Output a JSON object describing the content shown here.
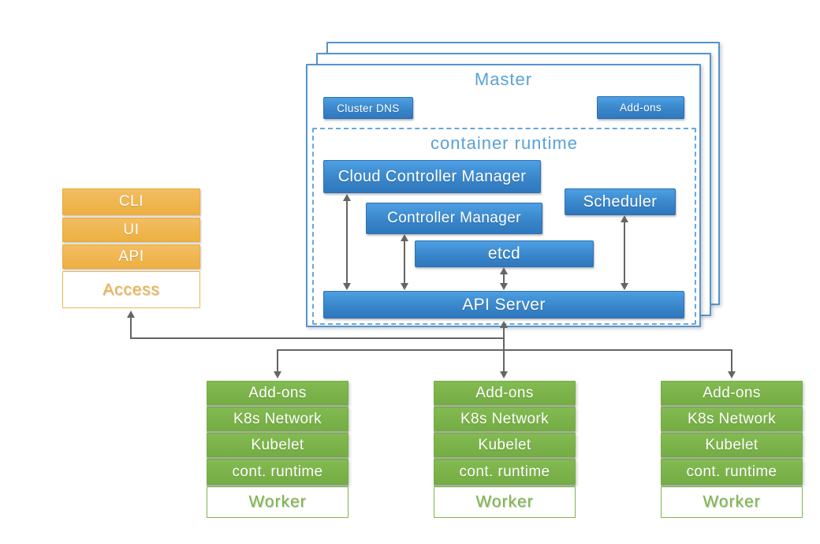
{
  "master": {
    "title": "Master",
    "cluster_dns_label": "Cluster DNS",
    "addons_label": "Add-ons",
    "container_runtime": {
      "title": "container runtime",
      "components": {
        "cloud_controller_manager": "Cloud Controller Manager",
        "controller_manager": "Controller Manager",
        "scheduler": "Scheduler",
        "etcd": "etcd",
        "api_server": "API Server"
      }
    }
  },
  "access_stack": {
    "items": [
      "CLI",
      "UI",
      "API"
    ],
    "base": "Access"
  },
  "workers": [
    {
      "layers": [
        "Add-ons",
        "K8s Network",
        "Kubelet",
        "cont. runtime"
      ],
      "base": "Worker"
    },
    {
      "layers": [
        "Add-ons",
        "K8s Network",
        "Kubelet",
        "cont. runtime"
      ],
      "base": "Worker"
    },
    {
      "layers": [
        "Add-ons",
        "K8s Network",
        "Kubelet",
        "cont. runtime"
      ],
      "base": "Worker"
    }
  ],
  "colors": {
    "component_blue": "#3c87ca",
    "master_outline": "#5494d0",
    "title_blue": "#57a1d8",
    "access_orange": "#efb44e",
    "worker_green": "#7cb54b",
    "connector_gray": "#656565",
    "label_white": "#ffffff",
    "background": "#ffffff"
  }
}
